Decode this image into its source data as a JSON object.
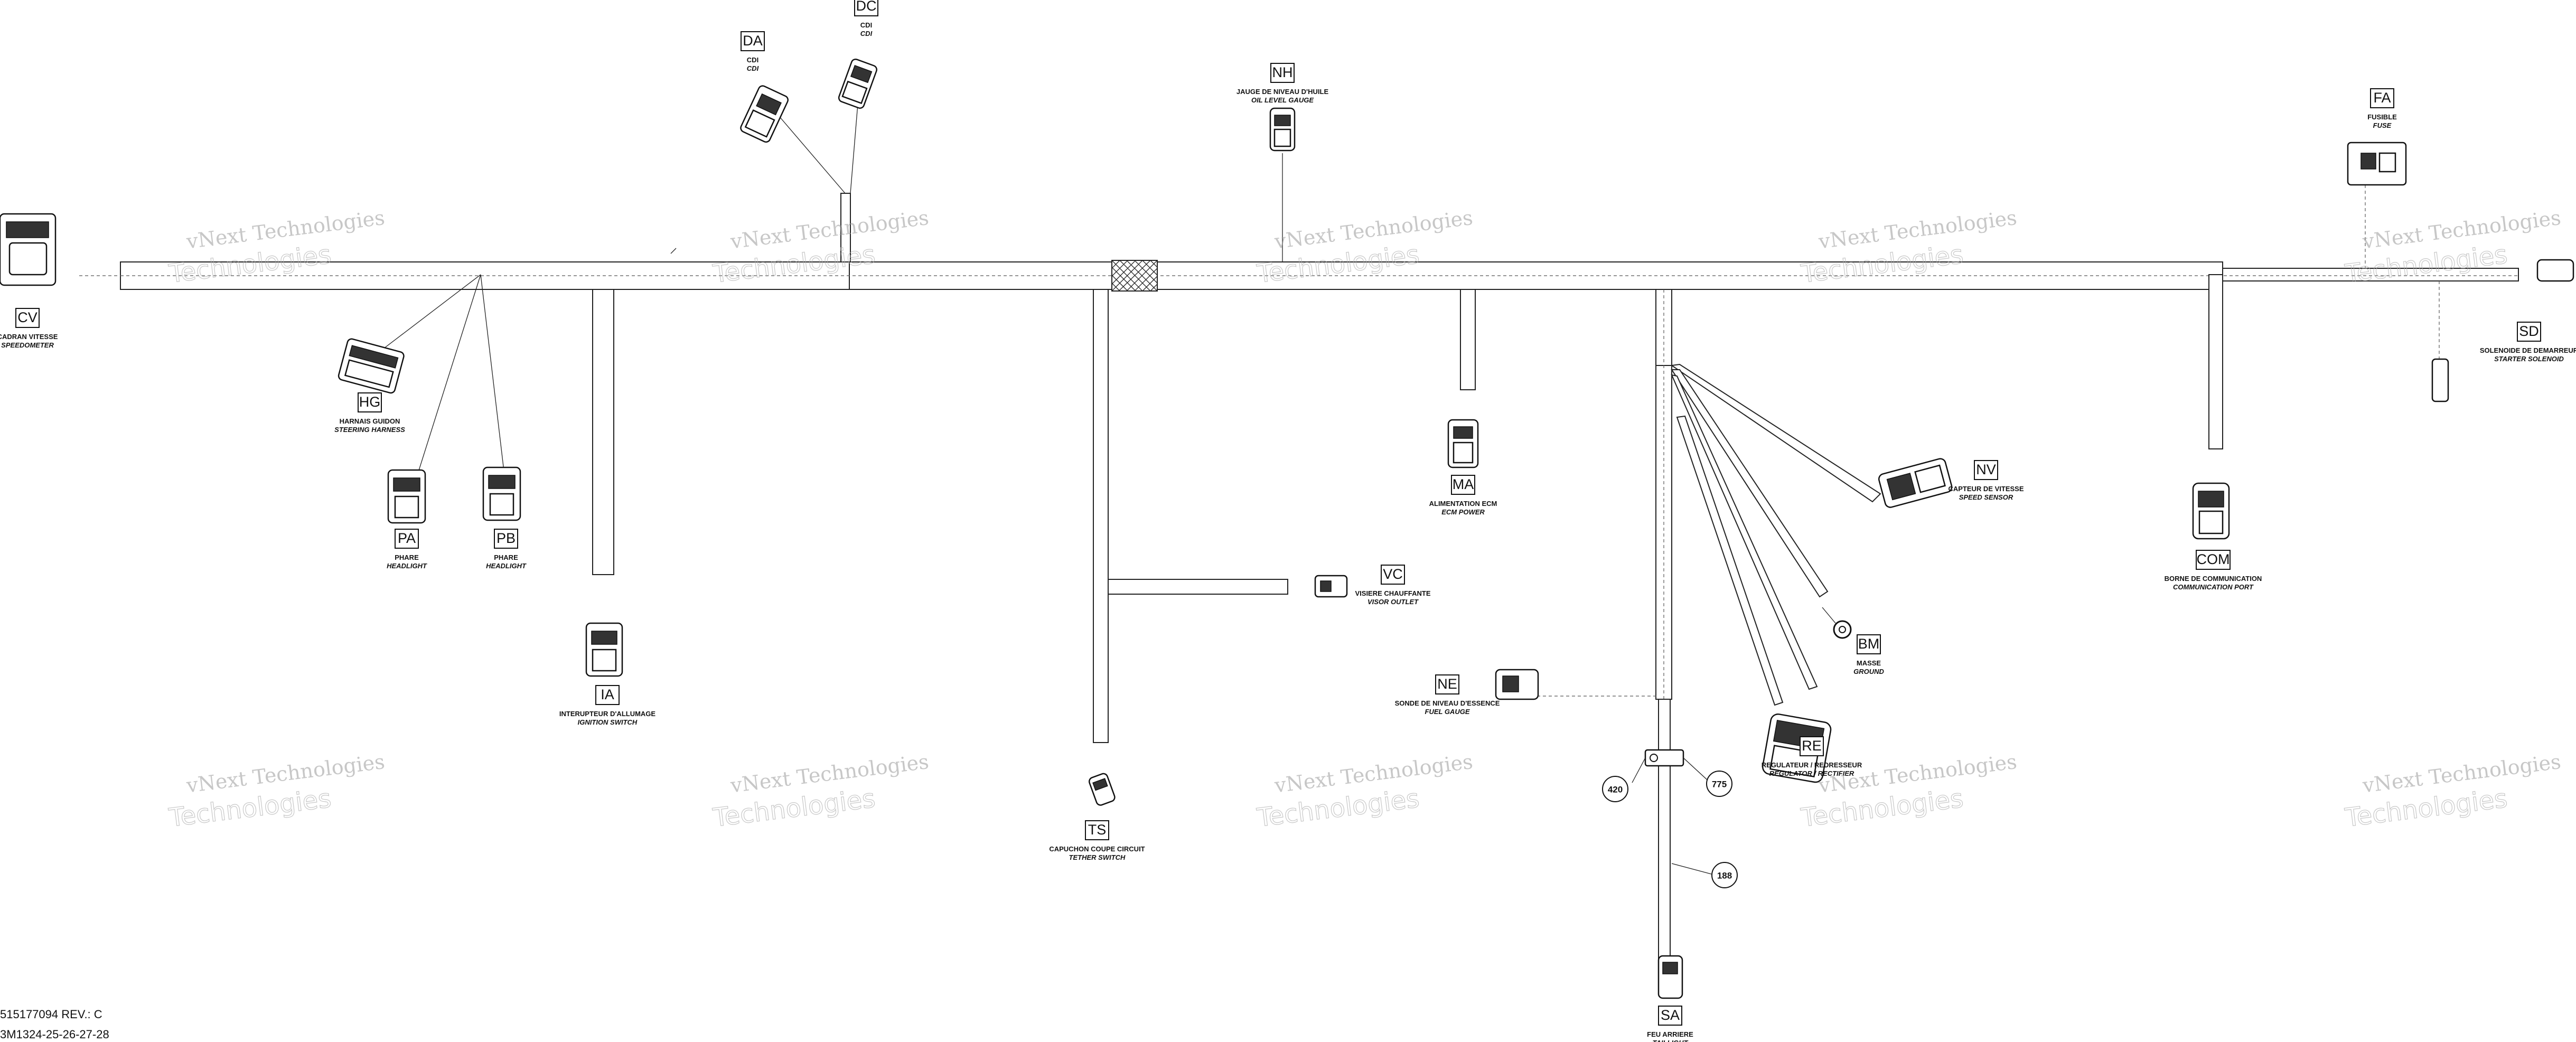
{
  "connectors": [
    {
      "code": "CV",
      "label_fr": "CADRAN VITESSE",
      "label_en": "SPEEDOMETER"
    },
    {
      "code": "DA",
      "label_fr": "CDI",
      "label_en": "CDI"
    },
    {
      "code": "DC",
      "label_fr": "CDI",
      "label_en": "CDI"
    },
    {
      "code": "HG",
      "label_fr": "HARNAIS GUIDON",
      "label_en": "STEERING HARNESS"
    },
    {
      "code": "PA",
      "label_fr": "PHARE",
      "label_en": "HEADLIGHT"
    },
    {
      "code": "PB",
      "label_fr": "PHARE",
      "label_en": "HEADLIGHT"
    },
    {
      "code": "IA",
      "label_fr": "INTERUPTEUR D'ALLUMAGE",
      "label_en": "IGNITION SWITCH"
    },
    {
      "code": "NH",
      "label_fr": "JAUGE DE NIVEAU D'HUILE",
      "label_en": "OIL LEVEL GAUGE"
    },
    {
      "code": "TS",
      "label_fr": "CAPUCHON COUPE CIRCUIT",
      "label_en": "TETHER SWITCH"
    },
    {
      "code": "VC",
      "label_fr": "VISIERE CHAUFFANTE",
      "label_en": "VISOR OUTLET"
    },
    {
      "code": "MA",
      "label_fr": "ALIMENTATION ECM",
      "label_en": "ECM POWER"
    },
    {
      "code": "NE",
      "label_fr": "SONDE DE NIVEAU D'ESSENCE",
      "label_en": "FUEL GAUGE"
    },
    {
      "code": "SA",
      "label_fr": "FEU ARRIERE",
      "label_en": "TAILLIGHT"
    },
    {
      "code": "RE",
      "label_fr": "REGULATEUR / REDRESSEUR",
      "label_en": "REGULATOR / RECTIFIER"
    },
    {
      "code": "BM",
      "label_fr": "MASSE",
      "label_en": "GROUND"
    },
    {
      "code": "NV",
      "label_fr": "CAPTEUR DE VITESSE",
      "label_en": "SPEED SENSOR"
    },
    {
      "code": "COM",
      "label_fr": "BORNE DE COMMUNICATION",
      "label_en": "COMMUNICATION PORT"
    },
    {
      "code": "FA",
      "label_fr": "FUSIBLE",
      "label_en": "FUSE"
    },
    {
      "code": "SD",
      "label_fr": "SOLENOIDE DE DEMARREUR",
      "label_en": "STARTER SOLENOID"
    }
  ],
  "callouts": [
    "420",
    "775",
    "188"
  ],
  "watermark": {
    "line1": "vNext Technologies",
    "line2": "Technologies"
  },
  "footer": {
    "part_number": "515177094 REV.: C",
    "models": "3M1324-25-26-27-28"
  }
}
